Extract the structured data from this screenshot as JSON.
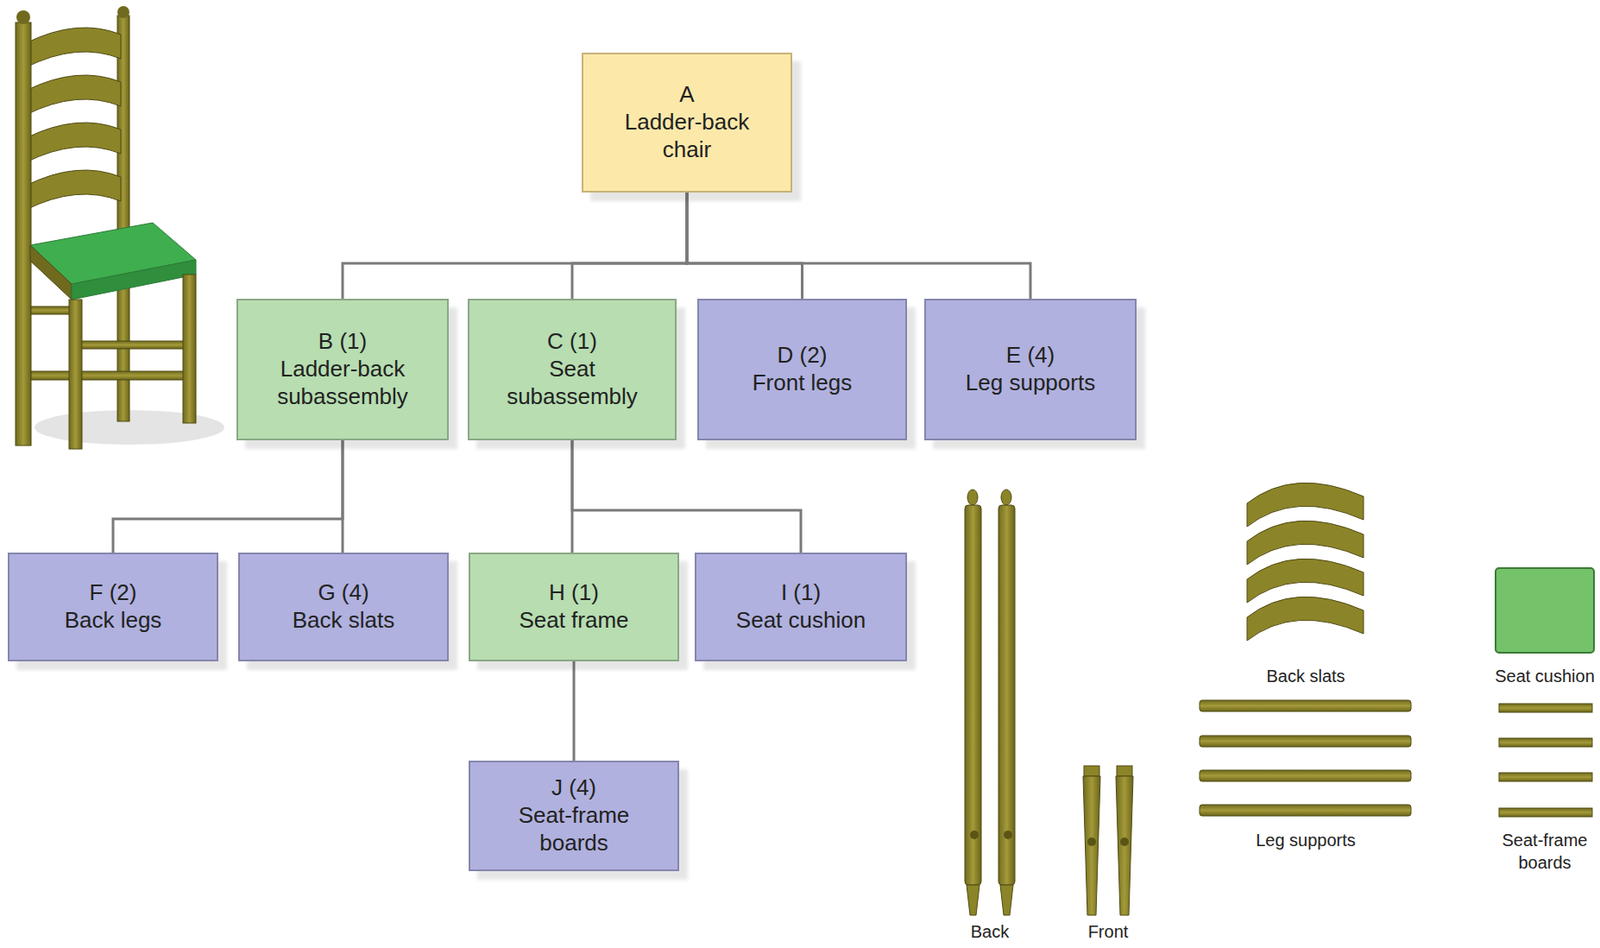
{
  "diagram": {
    "nodes": [
      {
        "text": [
          "A",
          "Ladder-back chair"
        ]
      },
      {
        "text": [
          "B (1)",
          "Ladder-back subassembly"
        ]
      },
      {
        "text": [
          "C (1)",
          "Seat subassembly"
        ]
      },
      {
        "text": [
          "D (2)",
          "Front legs"
        ]
      },
      {
        "text": [
          "E (4)",
          "Leg supports"
        ]
      },
      {
        "text": [
          "F (2)",
          "Back legs"
        ]
      },
      {
        "text": [
          "G (4)",
          "Back slats"
        ]
      },
      {
        "text": [
          "H (1)",
          "Seat frame"
        ]
      },
      {
        "text": [
          "I (1)",
          "Seat cushion"
        ]
      },
      {
        "text": [
          "J (4)",
          "Seat-frame boards"
        ]
      }
    ],
    "edges": [
      {
        "from": 0,
        "to": 1,
        "arrow": "none"
      },
      {
        "from": 0,
        "to": 2,
        "arrow": "none"
      },
      {
        "from": 0,
        "to": 3,
        "arrow": "none"
      },
      {
        "from": 0,
        "to": 4,
        "arrow": "none"
      },
      {
        "from": 1,
        "to": 5,
        "arrow": "none"
      },
      {
        "from": 1,
        "to": 6,
        "arrow": "none"
      },
      {
        "from": 2,
        "to": 7,
        "arrow": "none"
      },
      {
        "from": 2,
        "to": 8,
        "arrow": "none"
      },
      {
        "from": 7,
        "to": 9,
        "arrow": "none"
      }
    ],
    "labels": [
      "Back slats",
      "Seat cushion",
      "Leg supports",
      "Seat-frame boards",
      "Back",
      "Front"
    ]
  }
}
